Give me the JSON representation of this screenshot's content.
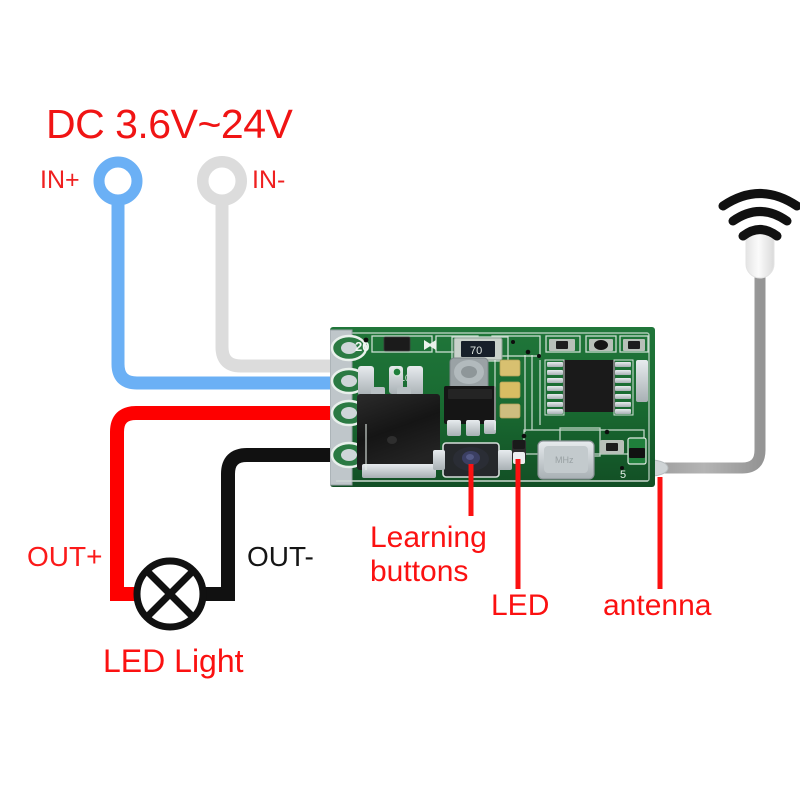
{
  "diagram": {
    "title": "DC 3.6V~24V",
    "labels": {
      "in_positive": "IN+",
      "in_negative": "IN-",
      "out_positive": "OUT+",
      "out_negative": "OUT-",
      "led_light": "LED Light",
      "learning_line1": "Learning",
      "learning_line2": "buttons",
      "led": "LED",
      "antenna": "antenna"
    },
    "icons": {
      "wifi": "wifi-signal-icon",
      "lamp": "lamp-symbol-icon",
      "terminal_in_positive": "ring-terminal-icon",
      "terminal_in_negative": "ring-terminal-icon"
    },
    "colors": {
      "label_red": "#fb1111",
      "title_red": "#f01414",
      "wire_red": "#fe0000",
      "wire_blue": "#6bb0f5",
      "wire_gray": "#dcdcdc",
      "wire_black": "#111111",
      "antenna_gray": "#a9a9a9",
      "pcb_green": "#1d6b2e",
      "pcb_dark_green": "#16582a",
      "component_black": "#1a1a1a",
      "solder_silver": "#c9cfd2"
    },
    "wires": [
      {
        "name": "in-positive-wire",
        "color": "#6bb0f5",
        "from": "IN+ terminal",
        "to": "board pin 2"
      },
      {
        "name": "in-negative-wire",
        "color": "#dcdcdc",
        "from": "IN- terminal",
        "to": "board pin 1"
      },
      {
        "name": "out-positive-wire",
        "color": "#fe0000",
        "from": "board pin 3",
        "to": "LED Light left"
      },
      {
        "name": "out-negative-wire",
        "color": "#111111",
        "from": "board pin 4",
        "to": "LED Light right"
      },
      {
        "name": "antenna-wire",
        "color": "#a9a9a9",
        "from": "board right edge",
        "to": "antenna tip"
      }
    ],
    "pointers": [
      {
        "name": "learning-buttons-pointer",
        "target": "tactile switch"
      },
      {
        "name": "led-pointer",
        "target": "status led"
      },
      {
        "name": "antenna-pointer",
        "target": "antenna solder pad"
      }
    ]
  }
}
